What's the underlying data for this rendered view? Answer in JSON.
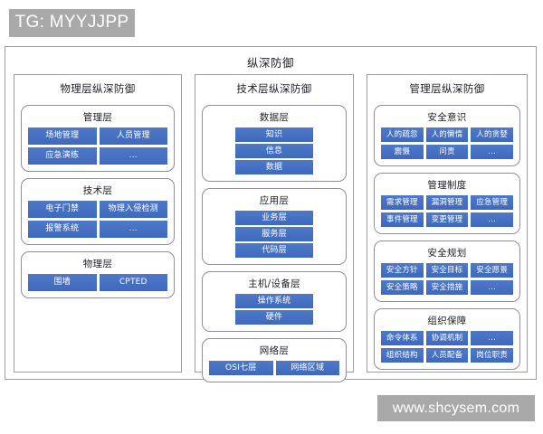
{
  "watermarks": {
    "top": "TG: MYYJJPP",
    "bottom": "www.shcysem.com"
  },
  "diagram": {
    "title": "纵深防御",
    "accent_color": "#4472C4",
    "border_color": "#9b9ba3",
    "watermark_color": "#a9a9a9",
    "columns": [
      {
        "id": "physical",
        "title": "物理层纵深防御",
        "groups": [
          {
            "title": "管理层",
            "layout": "cols-2",
            "chips": [
              "场地管理",
              "人员管理",
              "应急演练",
              "..."
            ]
          },
          {
            "title": "技术层",
            "layout": "cols-2",
            "chips": [
              "电子门禁",
              "物理入侵检测",
              "报警系统",
              "..."
            ]
          },
          {
            "title": "物理层",
            "layout": "cols-2",
            "chips": [
              "围墙",
              "CPTED"
            ]
          }
        ]
      },
      {
        "id": "technical",
        "title": "技术层纵深防御",
        "groups": [
          {
            "title": "数据层",
            "layout": "cols-1",
            "chips": [
              "知识",
              "信息",
              "数据"
            ]
          },
          {
            "title": "应用层",
            "layout": "cols-1",
            "chips": [
              "业务层",
              "服务层",
              "代码层"
            ]
          },
          {
            "title": "主机/设备层",
            "layout": "cols-1",
            "chips": [
              "操作系统",
              "硬件"
            ]
          },
          {
            "title": "网络层",
            "layout": "cols-2",
            "chips": [
              "OSI七层",
              "网络区域"
            ]
          }
        ]
      },
      {
        "id": "management",
        "title": "管理层纵深防御",
        "groups": [
          {
            "title": "安全意识",
            "layout": "cols-3",
            "chips": [
              "人的疏忽",
              "人的懒惰",
              "人的贪婪",
              "震慑",
              "问责",
              "..."
            ]
          },
          {
            "title": "管理制度",
            "layout": "cols-3",
            "chips": [
              "需求管理",
              "漏洞管理",
              "应急管理",
              "事件管理",
              "变更管理",
              "..."
            ]
          },
          {
            "title": "安全规划",
            "layout": "cols-3",
            "chips": [
              "安全方针",
              "安全目标",
              "安全愿景",
              "安全策略",
              "安全措施",
              "..."
            ]
          },
          {
            "title": "组织保障",
            "layout": "cols-3",
            "chips": [
              "命令体系",
              "协调机制",
              "...",
              "组织结构",
              "人员配备",
              "岗位职责"
            ]
          }
        ]
      }
    ]
  }
}
